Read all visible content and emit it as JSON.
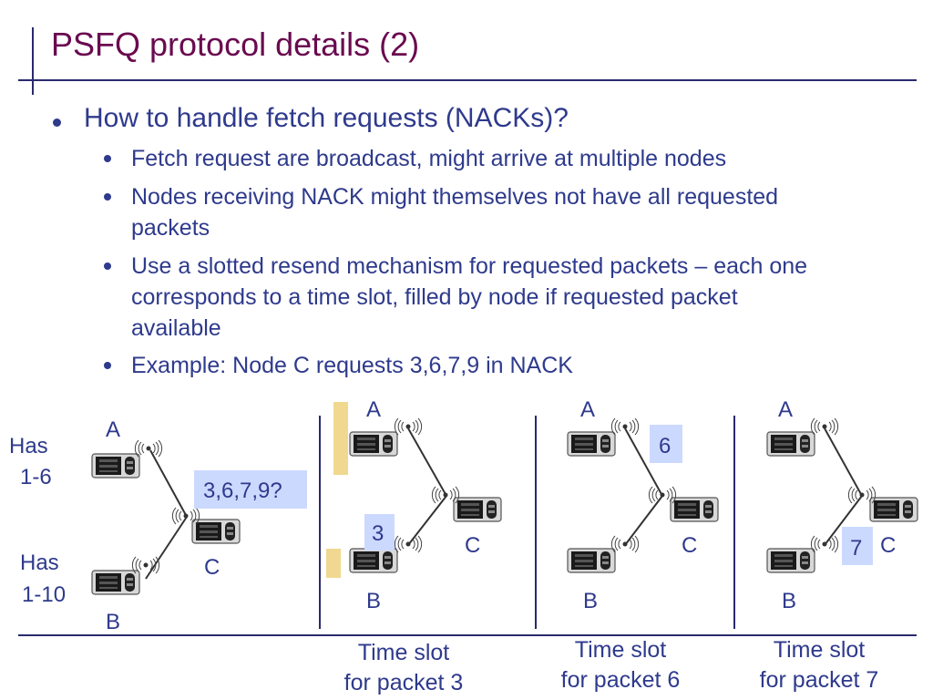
{
  "title": "PSFQ protocol details (2)",
  "bullet_main": "How to handle fetch requests (NACKs)?",
  "sub_bullets": [
    {
      "line1": "Fetch request are broadcast, might arrive at multiple nodes",
      "line2": "",
      "line3": ""
    },
    {
      "line1": "Nodes receiving NACK might themselves not have all requested",
      "line2": "packets",
      "line3": ""
    },
    {
      "line1": "Use a slotted resend mechanism for requested packets – each one",
      "line2": "corresponds to a time slot, filled by node if requested packet",
      "line3": "available"
    },
    {
      "line1": "Example: Node C requests 3,6,7,9 in NACK",
      "line2": "",
      "line3": ""
    }
  ],
  "diagram": {
    "node_labels": {
      "a": "A",
      "b": "B",
      "c": "C"
    },
    "has_a": {
      "line1": "Has",
      "line2": "1-6"
    },
    "has_b": {
      "line1": "Has",
      "line2": "1-10"
    },
    "nack_request": "3,6,7,9?",
    "slots": [
      {
        "packet": "3",
        "caption_line1": "Time slot",
        "caption_line2": "for packet 3"
      },
      {
        "packet": "6",
        "caption_line1": "Time slot",
        "caption_line2": "for packet 6"
      },
      {
        "packet": "7",
        "caption_line1": "Time slot",
        "caption_line2": "for packet 7"
      }
    ],
    "colors": {
      "packet_box": "#ccd9ff",
      "slot_marker": "#f0d890",
      "text": "#2e3a8c",
      "title": "#6a0a4f",
      "rule": "#2a2a6e"
    }
  }
}
